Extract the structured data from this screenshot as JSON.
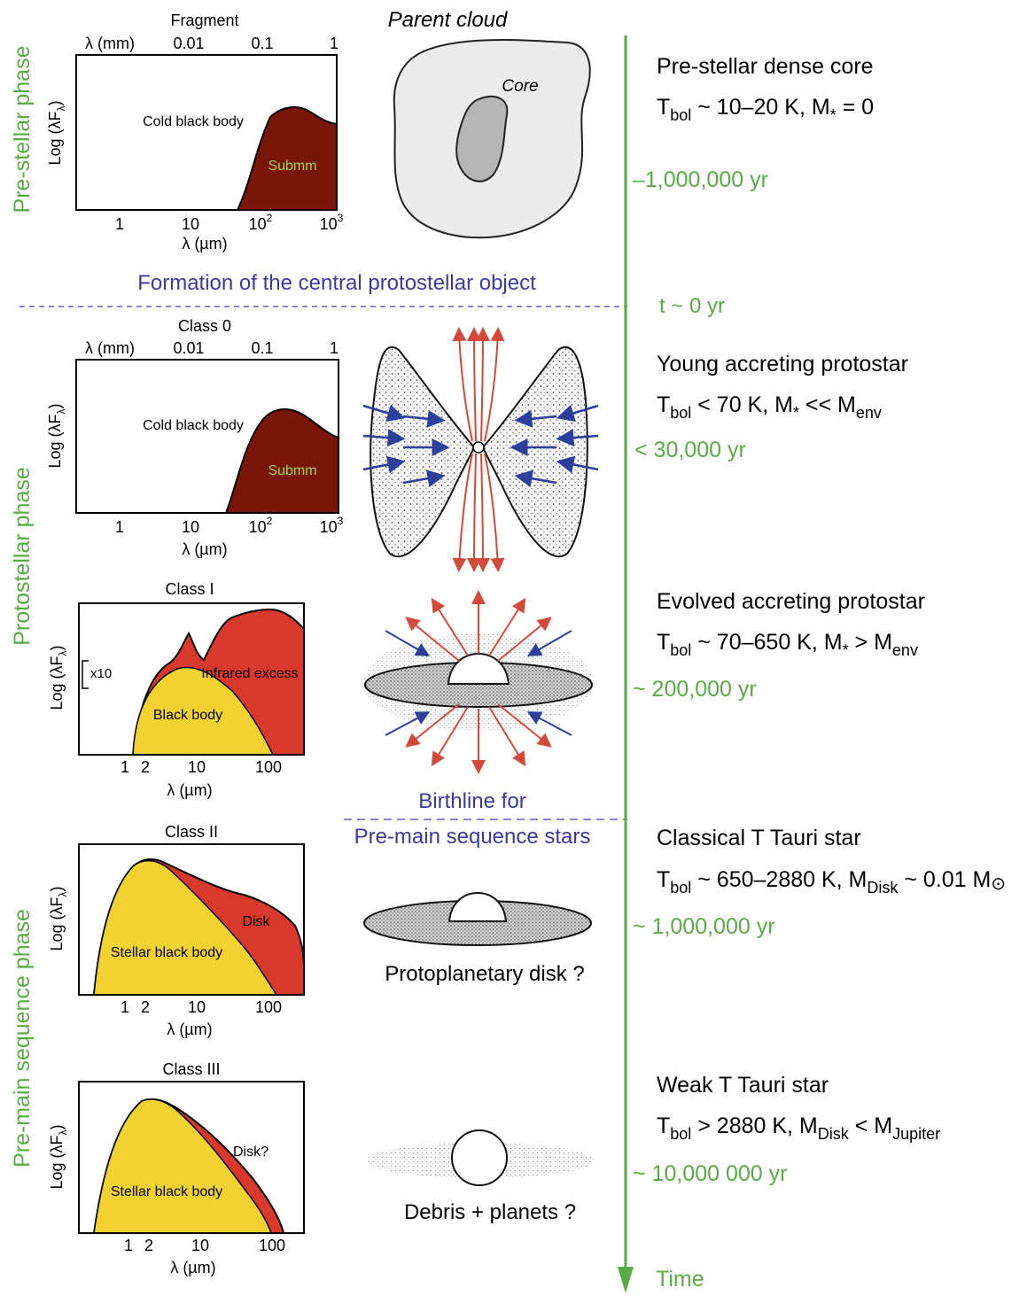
{
  "phases": {
    "prestellar": "Pre-stellar phase",
    "protostellar": "Protostellar phase",
    "premain": "Pre-main sequence phase"
  },
  "colors": {
    "green": "#5aaa46",
    "blue_text": "#3b3aa0",
    "dark_red": "#7a150c",
    "red": "#d8392a",
    "yellow": "#f1d230",
    "green_label": "#9bd645",
    "outflow_red": "#d44a3a",
    "infall_blue": "#2c3f9a"
  },
  "sed_panels": [
    {
      "title": "Fragment",
      "top_axis_label": "λ (mm)",
      "top_ticks": [
        "0.01",
        "0.1",
        "1"
      ],
      "ylabel": "Log (λF",
      "ylabel_sub": "λ",
      "xlabel": "λ (µm)",
      "x_ticks": [
        "1",
        "10",
        "10",
        "10"
      ],
      "x_tick_sups": [
        "",
        "",
        "2",
        "3"
      ],
      "regions": {
        "cold": "Cold black body",
        "submm": "Submm"
      }
    },
    {
      "title": "Class 0",
      "top_axis_label": "λ (mm)",
      "top_ticks": [
        "0.01",
        "0.1",
        "1"
      ],
      "ylabel": "Log (λF",
      "ylabel_sub": "λ",
      "xlabel": "λ (µm)",
      "x_ticks": [
        "1",
        "10",
        "10",
        "10"
      ],
      "x_tick_sups": [
        "",
        "",
        "2",
        "3"
      ],
      "regions": {
        "cold": "Cold black body",
        "submm": "Submm"
      }
    },
    {
      "title": "Class I",
      "ylabel": "Log (λF",
      "ylabel_sub": "λ",
      "xlabel": "λ (µm)",
      "x_ticks": [
        "1",
        "2",
        "10",
        "100"
      ],
      "scale_note": "x10",
      "regions": {
        "excess": "Infrared excess",
        "bb": "Black body"
      }
    },
    {
      "title": "Class II",
      "ylabel": "Log (λF",
      "ylabel_sub": "λ",
      "xlabel": "λ (µm)",
      "x_ticks": [
        "1",
        "2",
        "10",
        "100"
      ],
      "regions": {
        "disk": "Disk",
        "bb": "Stellar black body"
      }
    },
    {
      "title": "Class III",
      "ylabel": "Log (λF",
      "ylabel_sub": "λ",
      "xlabel": "λ (µm)",
      "x_ticks": [
        "1",
        "2",
        "10",
        "100"
      ],
      "regions": {
        "disk": "Disk?",
        "bb": "Stellar black body"
      }
    }
  ],
  "middle": {
    "parent_cloud": "Parent cloud",
    "core": "Core",
    "formation": "Formation of the central protostellar object",
    "birthline_1": "Birthline for",
    "birthline_2": "Pre-main sequence stars",
    "protoplanetary": "Protoplanetary disk ?",
    "debris": "Debris + planets ?"
  },
  "stages": [
    {
      "name": "Pre-stellar dense core",
      "t1": "T",
      "t1sub": "bol",
      "t2": " ~ 10–20 K, M",
      "t2sub": "*",
      "t3": " = 0",
      "t3sub": "",
      "t4": "",
      "t4sub": "",
      "age": "–1,000,000 yr"
    },
    {
      "name": "Young accreting protostar",
      "t1": "T",
      "t1sub": "bol",
      "t2": " < 70 K, M",
      "t2sub": "*",
      "t3": " << M",
      "t3sub": "env",
      "t4": "",
      "t4sub": "",
      "age": "< 30,000 yr"
    },
    {
      "name": "Evolved accreting protostar",
      "t1": "T",
      "t1sub": "bol",
      "t2": " ~ 70–650 K, M",
      "t2sub": "*",
      "t3": " > M",
      "t3sub": "env",
      "t4": "",
      "t4sub": "",
      "age": "~ 200,000 yr"
    },
    {
      "name": "Classical T Tauri star",
      "t1": "T",
      "t1sub": "bol",
      "t2": " ~ 650–2880 K, M",
      "t2sub": "Disk",
      "t3": " ~ 0.01 M",
      "t3sub": "",
      "t4": "⊙",
      "t4sub": "",
      "age": "~ 1,000,000 yr"
    },
    {
      "name": "Weak T Tauri star",
      "t1": "T",
      "t1sub": "bol",
      "t2": " > 2880 K, M",
      "t2sub": "Disk",
      "t3": " < M",
      "t3sub": "Jupiter",
      "t4": "",
      "t4sub": "",
      "age": "~ 10,000 000 yr"
    }
  ],
  "t0": "t ~ 0 yr",
  "time_label": "Time"
}
